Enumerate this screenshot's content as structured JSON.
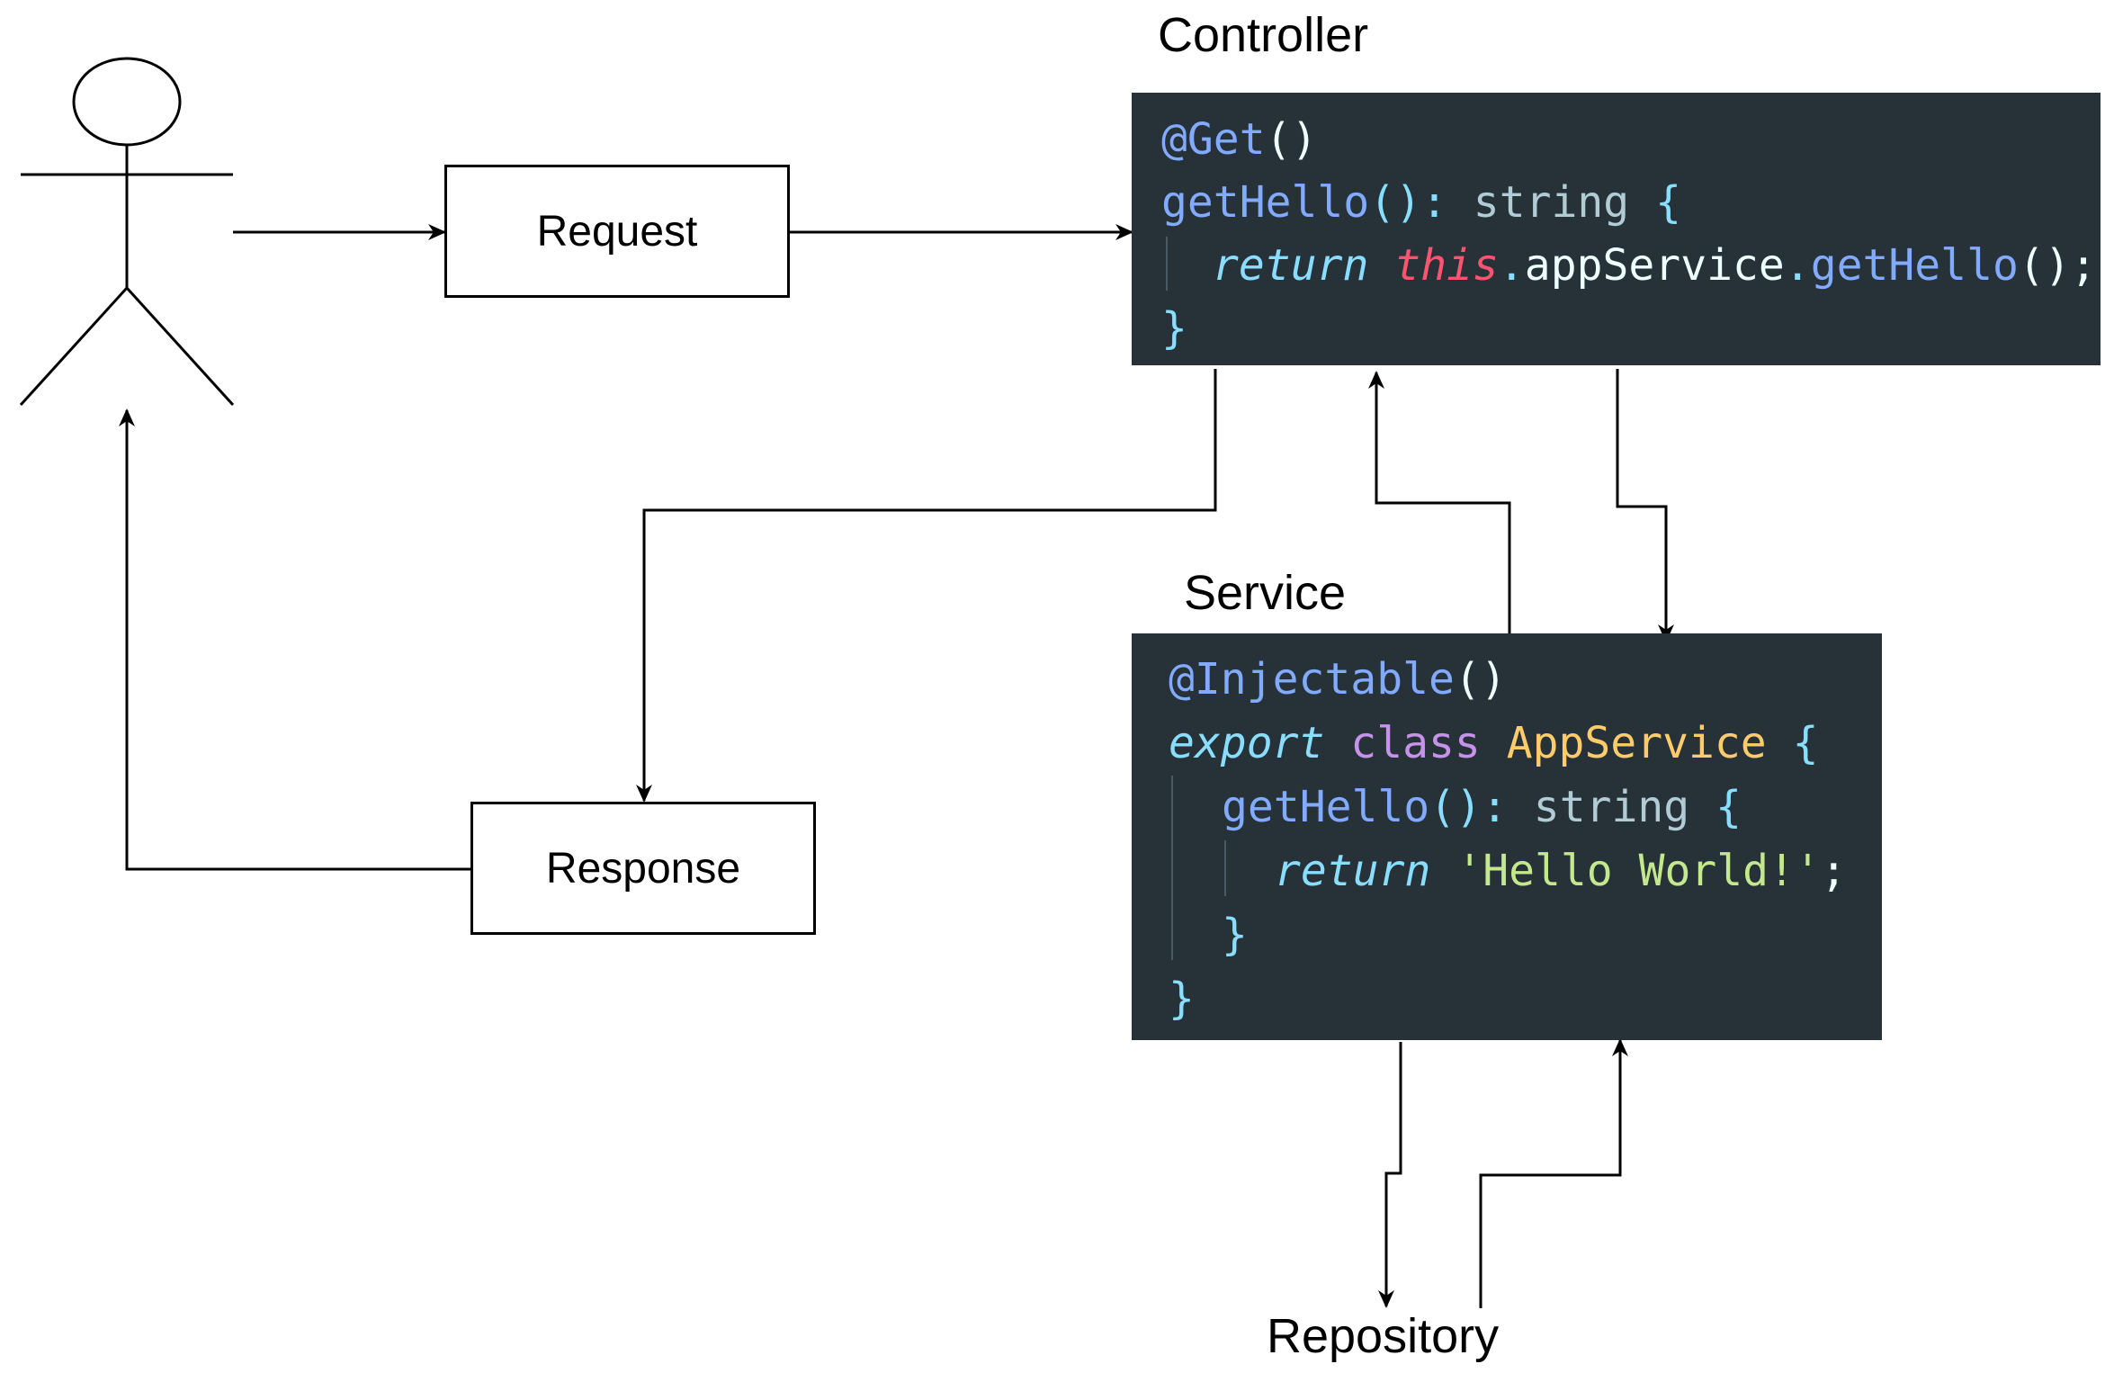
{
  "labels": {
    "controller": "Controller",
    "service": "Service",
    "repository": "Repository"
  },
  "boxes": {
    "request": "Request",
    "response": "Response"
  },
  "controller_code": {
    "l1": {
      "at": "@",
      "name": "Get",
      "parens": "()"
    },
    "l2": {
      "fn": "getHello",
      "parens": "()",
      "colon": ":",
      "type": "string",
      "brace": "{"
    },
    "l3": {
      "kw": "return",
      "this": "this",
      "dot1": ".",
      "prop": "appService",
      "dot2": ".",
      "call": "getHello",
      "parens": "();"
    },
    "l4": {
      "brace": "}"
    }
  },
  "service_code": {
    "l1": {
      "at": "@",
      "name": "Injectable",
      "parens": "()"
    },
    "l2": {
      "kw": "export",
      "cls": "class",
      "cname": "AppService",
      "brace": "{"
    },
    "l3": {
      "fn": "getHello",
      "parens": "()",
      "colon": ":",
      "type": "string",
      "brace": "{"
    },
    "l4": {
      "kw": "return",
      "str": "'Hello World!'",
      "semi": ";"
    },
    "l5": {
      "brace": "}"
    },
    "l6": {
      "brace": "}"
    }
  },
  "colors": {
    "code_background": "#263238",
    "stroke": "#000000",
    "decorator": "#82aaff",
    "keyword": "#89ddff",
    "this": "#ff5370",
    "class_keyword": "#c792ea",
    "class_name": "#ffcb6b",
    "string": "#c3e88d"
  }
}
